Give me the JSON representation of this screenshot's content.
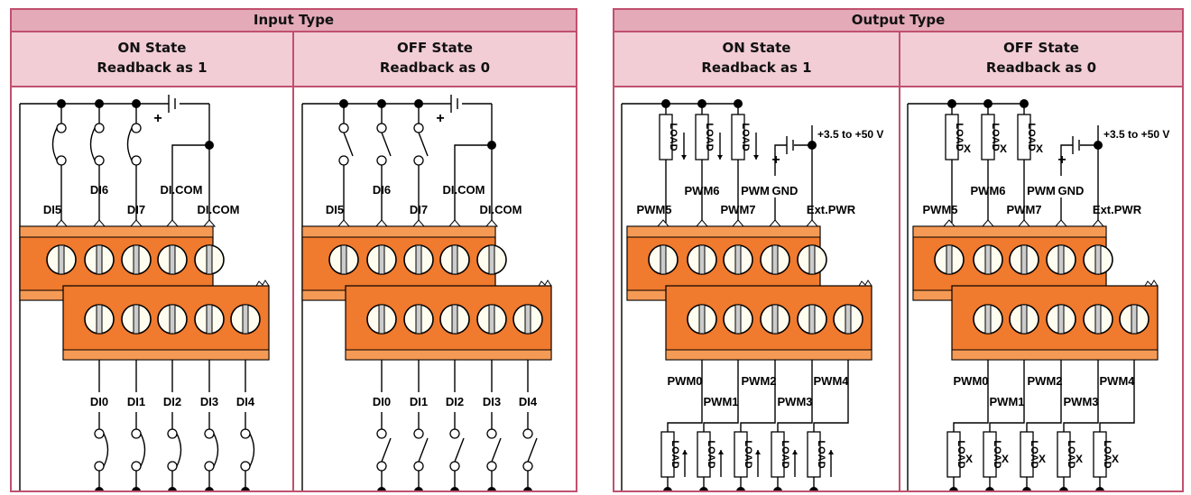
{
  "input": {
    "title": "Input Type",
    "on": {
      "line1": "ON State",
      "line2": "Readback as 1"
    },
    "off": {
      "line1": "OFF State",
      "line2": "Readback as 0"
    },
    "labels": {
      "top": [
        "DI5",
        "DI6",
        "DI7",
        "DI.COM",
        "DI.COM"
      ],
      "bottom": [
        "DI0",
        "DI1",
        "DI2",
        "DI3",
        "DI4"
      ],
      "plus": "+"
    }
  },
  "output": {
    "title": "Output Type",
    "on": {
      "line1": "ON State",
      "line2": "Readback as 1"
    },
    "off": {
      "line1": "OFF State",
      "line2": "Readback as 0"
    },
    "labels": {
      "top": [
        "PWM5",
        "PWM6",
        "PWM7",
        "PWM",
        "GND",
        "Ext.PWR"
      ],
      "bottom": [
        "PWM0",
        "PWM1",
        "PWM2",
        "PWM3",
        "PWM4"
      ],
      "voltage": "+3.5 to +50 V",
      "load": "LOAD",
      "x": "X",
      "plus": "+"
    }
  }
}
